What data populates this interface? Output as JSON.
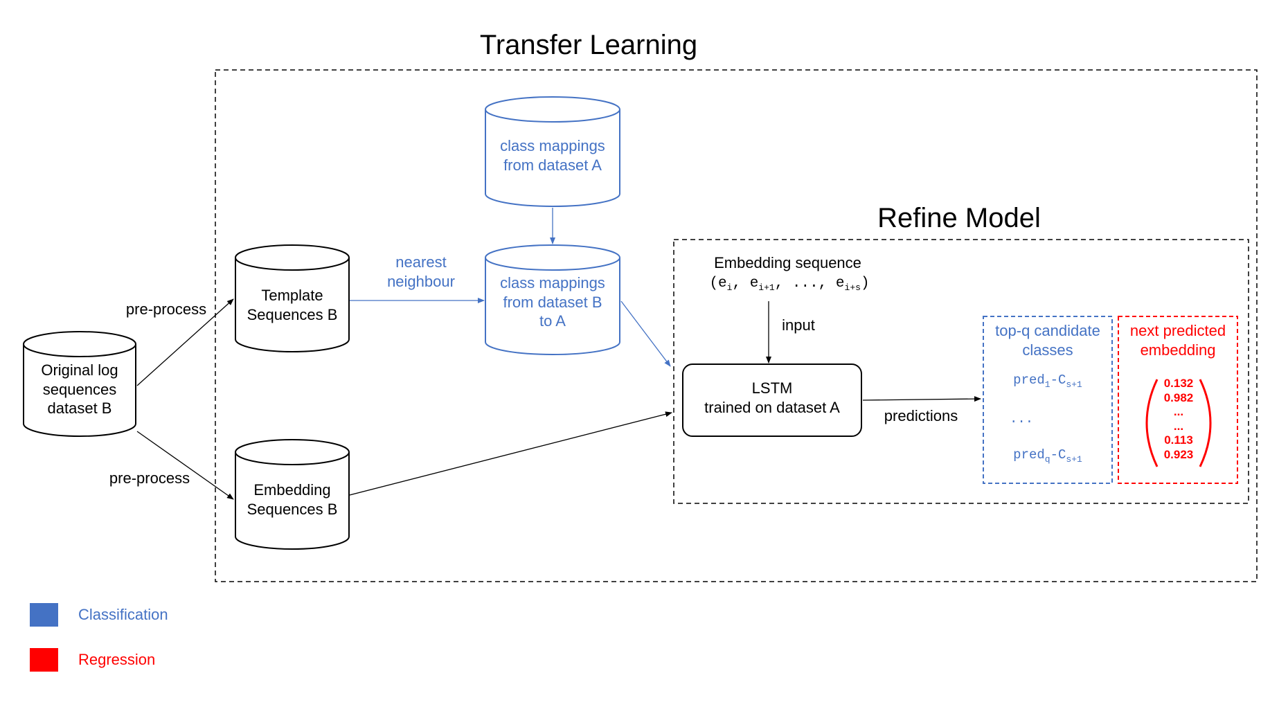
{
  "titles": {
    "transfer_learning": "Transfer Learning",
    "refine_model": "Refine Model"
  },
  "nodes": {
    "original_log": [
      "Original log",
      "sequences",
      "dataset B"
    ],
    "template_seq": [
      "Template",
      "Sequences B"
    ],
    "embedding_seq": [
      "Embedding",
      "Sequences B"
    ],
    "class_map_a": [
      "class mappings",
      "from dataset A"
    ],
    "class_map_ba": [
      "class mappings",
      "from dataset B",
      "to A"
    ],
    "lstm": [
      "LSTM",
      "trained on dataset A"
    ]
  },
  "edge_labels": {
    "preprocess_top": "pre-process",
    "preprocess_bottom": "pre-process",
    "nearest_neighbour": [
      "nearest",
      "neighbour"
    ],
    "input": "input",
    "predictions": "predictions"
  },
  "embedding_sequence": {
    "label": "Embedding sequence",
    "open": "(e",
    "sub1": "i",
    "sep1": ", e",
    "sub2": "i+1",
    "mid": ", ..., e",
    "sub3": "i+s",
    "close": ")"
  },
  "classification_box": {
    "title": [
      "top-q candidate",
      "classes"
    ],
    "pred1": "pred",
    "pred1_sub": "1",
    "pred1_c": "-C",
    "pred1_c_sub": "s+1",
    "ellipsis": "...",
    "predq": "pred",
    "predq_sub": "q",
    "predq_c": "-C",
    "predq_c_sub": "s+1"
  },
  "regression_box": {
    "title": [
      "next predicted",
      "embedding"
    ],
    "vector": [
      "0.132",
      "0.982",
      "...",
      "...",
      "0.113",
      "0.923"
    ]
  },
  "legend": [
    {
      "label": "Classification",
      "color": "#4472C4"
    },
    {
      "label": "Regression",
      "color": "#FF0000"
    }
  ],
  "colors": {
    "classification": "#4472C4",
    "regression": "#FF0000"
  }
}
